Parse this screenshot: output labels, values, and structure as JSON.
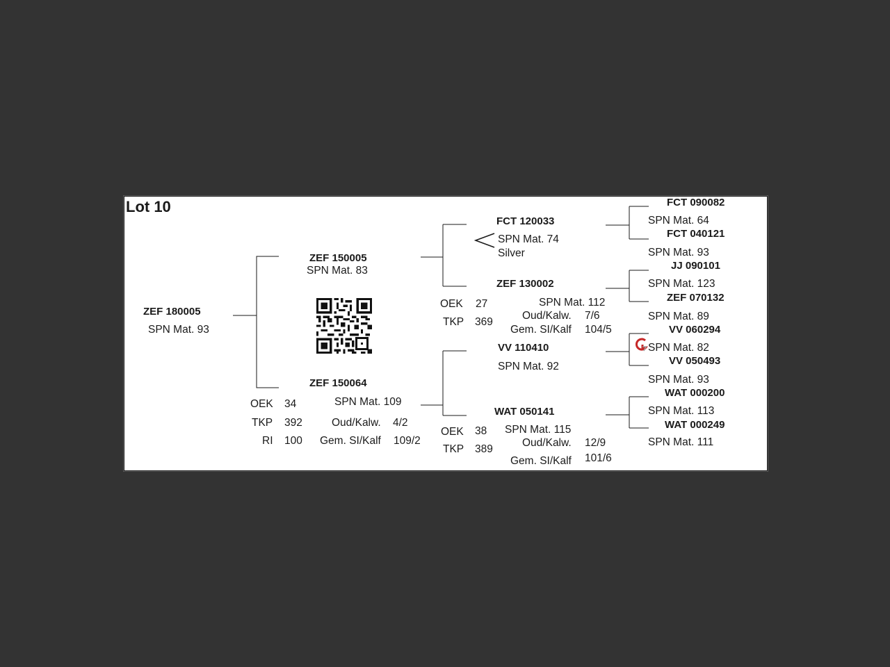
{
  "lot_title": "Lot 10",
  "animal": {
    "id": "ZEF 180005",
    "spn": "SPN Mat. 93"
  },
  "sire": {
    "id": "ZEF 150005",
    "spn": "SPN Mat. 83"
  },
  "dam": {
    "id": "ZEF 150064",
    "spn": "SPN Mat. 109",
    "oek_label": "OEK",
    "oek": "34",
    "tkp_label": "TKP",
    "tkp": "392",
    "ri_label": "RI",
    "ri": "100",
    "oud_label": "Oud/Kalw.",
    "oud": "4/2",
    "gem_label": "Gem. SI/Kalf",
    "gem": "109/2"
  },
  "sire_sire": {
    "id": "FCT 120033",
    "spn": "SPN Mat. 74",
    "award": "Silver"
  },
  "sire_dam": {
    "id": "ZEF 130002",
    "spn": "SPN Mat. 112",
    "oek_label": "OEK",
    "oek": "27",
    "tkp_label": "TKP",
    "tkp": "369",
    "oud_label": "Oud/Kalw.",
    "oud": "7/6",
    "gem_label": "Gem. SI/Kalf",
    "gem": "104/5"
  },
  "dam_sire": {
    "id": "VV  110410",
    "spn": "SPN Mat. 92"
  },
  "dam_dam": {
    "id": "WAT 050141",
    "spn": "SPN Mat. 115",
    "oek_label": "OEK",
    "oek": "38",
    "tkp_label": "TKP",
    "tkp": "389",
    "oud_label": "Oud/Kalw.",
    "oud": "12/9",
    "gem_label": "Gem. SI/Kalf",
    "gem": "101/6"
  },
  "ggp": [
    {
      "id": "FCT 090082",
      "spn": "SPN Mat. 64"
    },
    {
      "id": "FCT 040121",
      "spn": "SPN Mat. 93"
    },
    {
      "id": "JJ  090101",
      "spn": "SPN Mat. 123"
    },
    {
      "id": "ZEF 070132",
      "spn": "SPN Mat. 89"
    },
    {
      "id": "VV  060294",
      "spn": "SPN Mat. 82"
    },
    {
      "id": "VV  050493",
      "spn": "SPN Mat. 93"
    },
    {
      "id": "WAT 000200",
      "spn": "SPN Mat. 113"
    },
    {
      "id": "WAT 000249",
      "spn": "SPN Mat. 111"
    }
  ]
}
